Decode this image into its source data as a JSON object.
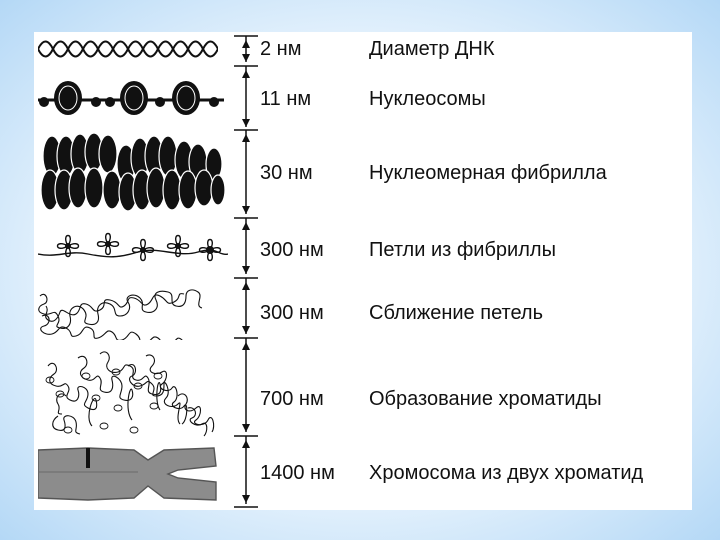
{
  "levels": [
    {
      "size": "2 нм",
      "label": "Диаметр ДНК",
      "picture": "dna-double-helix"
    },
    {
      "size": "11 нм",
      "label": "Нуклеосомы",
      "picture": "nucleosome-beads"
    },
    {
      "size": "30 нм",
      "label": "Нуклеомерная фибрилла",
      "picture": "nucleomer-fibril"
    },
    {
      "size": "300 нм",
      "label": "Петли из фибриллы",
      "picture": "fibril-loops"
    },
    {
      "size": "300 нм",
      "label": "Сближение петель",
      "picture": "condensed-loops"
    },
    {
      "size": "700 нм",
      "label": "Образование хроматиды",
      "picture": "chromatid-formation"
    },
    {
      "size": "1400 нм",
      "label": "Хромосома из двух хроматид",
      "picture": "two-chromatid-chromosome"
    }
  ],
  "colors": {
    "background": "#b4d8f6",
    "panel": "#ffffff",
    "ink": "#111111",
    "chromosome": "#8c8c8c"
  }
}
